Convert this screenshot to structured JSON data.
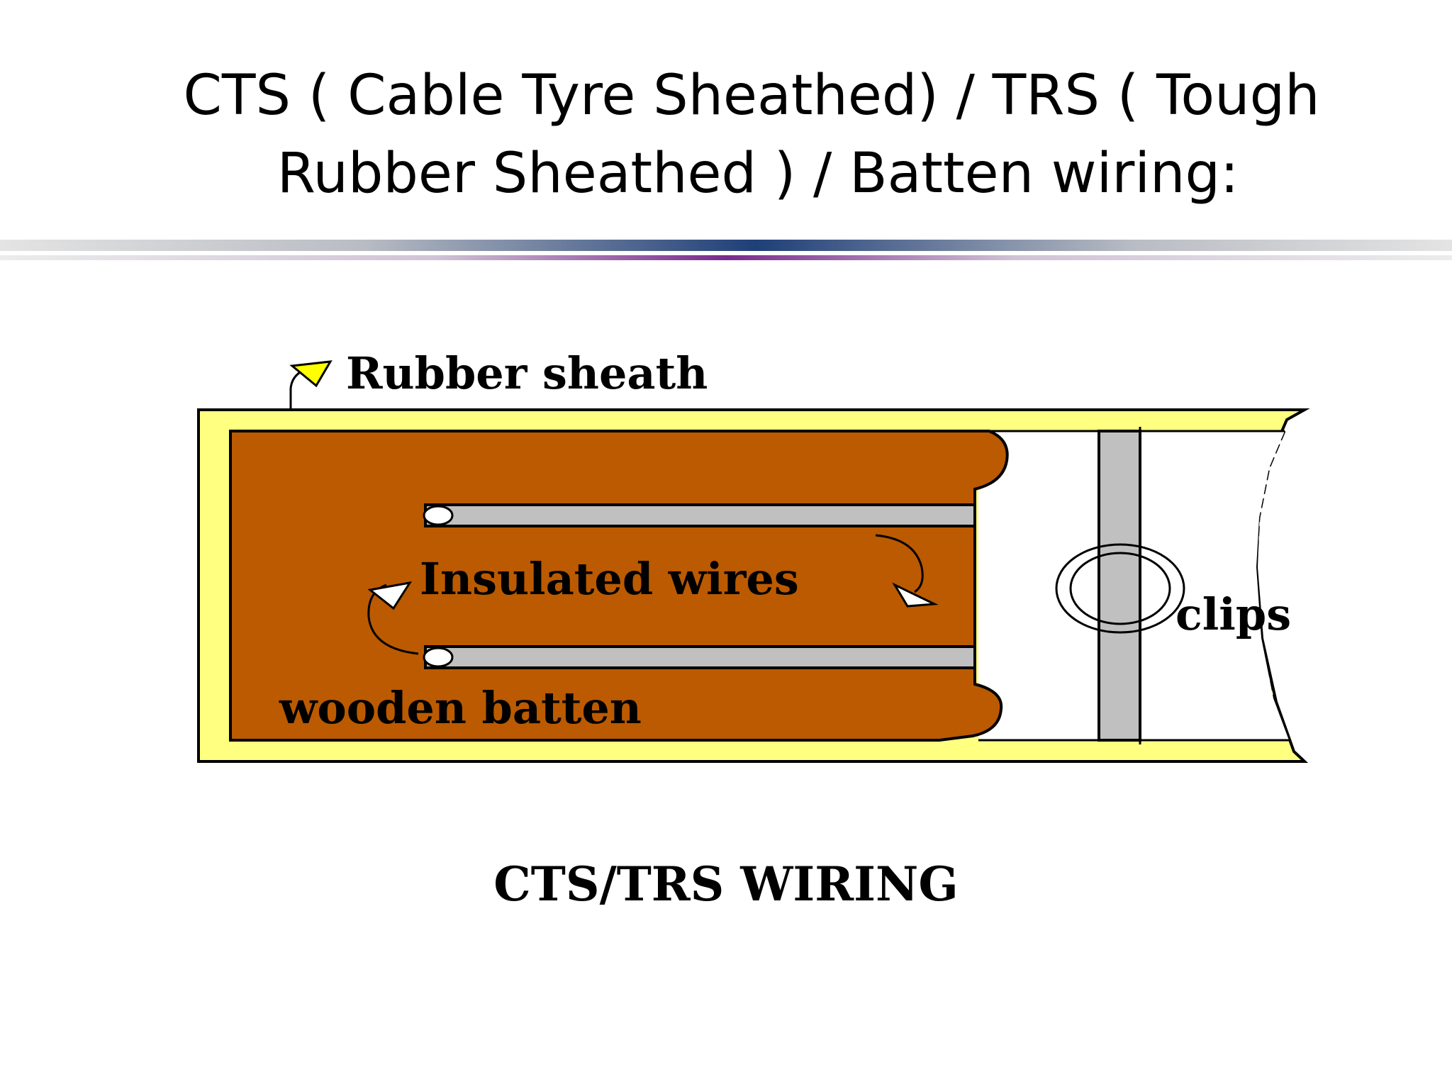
{
  "slide": {
    "title_line1": "CTS ( Cable Tyre Sheathed) / TRS ( Tough",
    "title_line2": "Rubber Sheathed ) / Batten wiring:"
  },
  "diagram": {
    "labels": {
      "rubber_sheath": "Rubber sheath",
      "insulated_wires": "Insulated wires",
      "wooden_batten": "wooden batten",
      "clips": "clips"
    },
    "caption": "CTS/TRS WIRING",
    "colors": {
      "sheath_yellow": "#ffff80",
      "batten_brown": "#bb5a00",
      "wire_grey": "#c0c0c0",
      "outline": "#000000",
      "arrow_yellow": "#ffff00"
    }
  }
}
